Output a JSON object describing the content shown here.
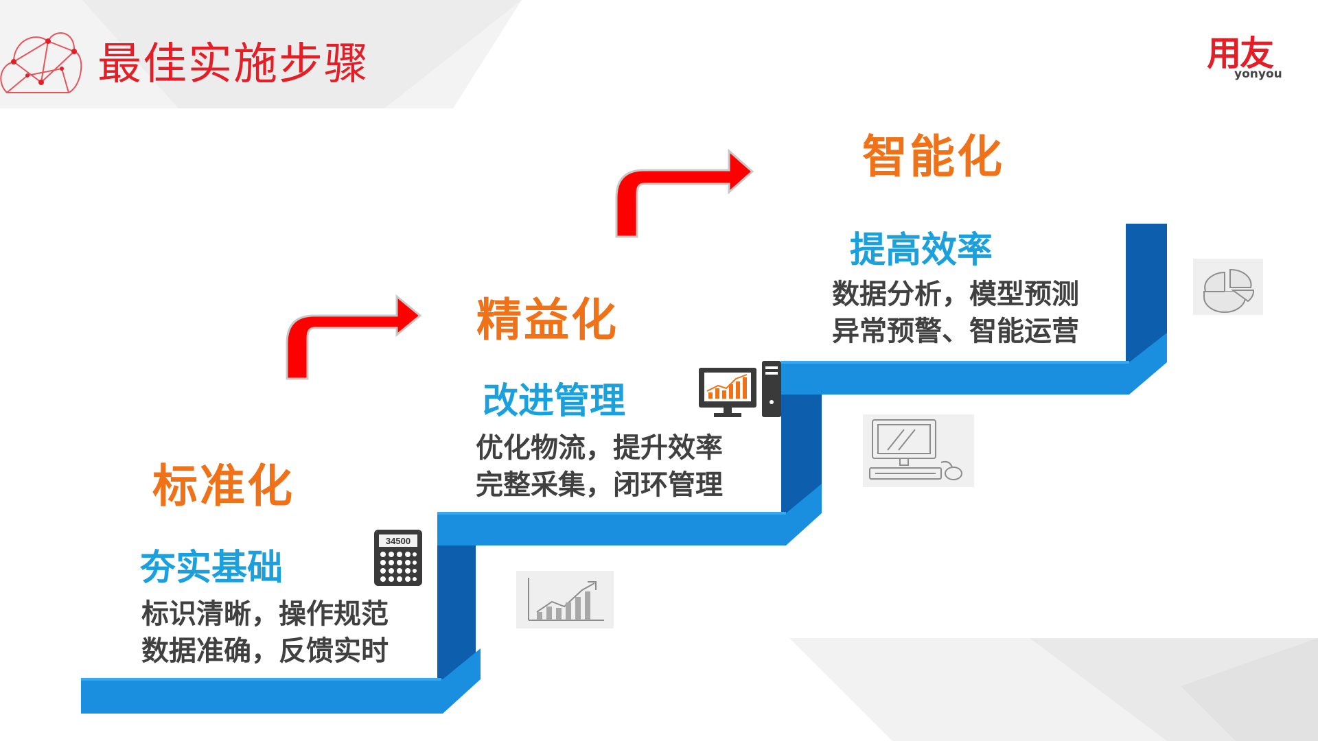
{
  "header": {
    "title": "最佳实施步骤",
    "logo_main": "用友",
    "logo_sub": "yonyou"
  },
  "stages": [
    {
      "title": "标准化",
      "subtitle": "夯实基础",
      "lines": [
        "标识清晰，操作规范",
        "数据准确，反馈实时"
      ],
      "icon": "calculator-icon",
      "calculator_display": "34500",
      "deco_icon": "growth-chart-icon"
    },
    {
      "title": "精益化",
      "subtitle": "改进管理",
      "lines": [
        "优化物流，提升效率",
        "完整采集，闭环管理"
      ],
      "icon": "computer-chart-icon",
      "deco_icon": "desktop-computer-icon"
    },
    {
      "title": "智能化",
      "subtitle": "提高效率",
      "lines": [
        "数据分析，模型预测",
        "异常预警、智能运营"
      ],
      "icon": "pie-chart-icon"
    }
  ],
  "colors": {
    "title_red": "#e41e26",
    "stage_orange": "#f07218",
    "subtitle_blue": "#1ba0de",
    "stair_blue": "#1a8fe0",
    "stair_dark": "#0d5fae",
    "arrow_red": "#ff0000",
    "text_gray": "#404040"
  }
}
